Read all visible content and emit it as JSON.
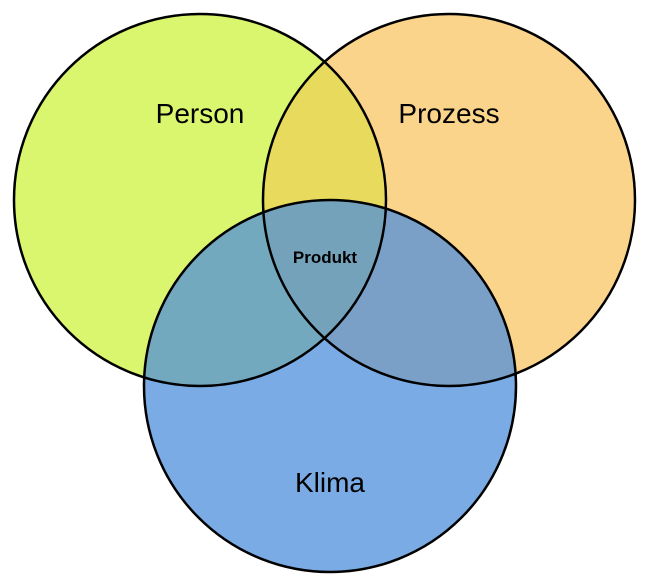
{
  "circles": {
    "person": {
      "label": "Person",
      "color": "#d9f66e"
    },
    "prozess": {
      "label": "Prozess",
      "color": "#fbd48c"
    },
    "klima": {
      "label": "Klima",
      "color": "#4f8fdb"
    }
  },
  "overlaps": {
    "person_prozess_color": "#e7da5c"
  },
  "center": {
    "label": "Produkt"
  },
  "colors": {
    "outline": "#000000",
    "klima_opacity": 0.75
  }
}
